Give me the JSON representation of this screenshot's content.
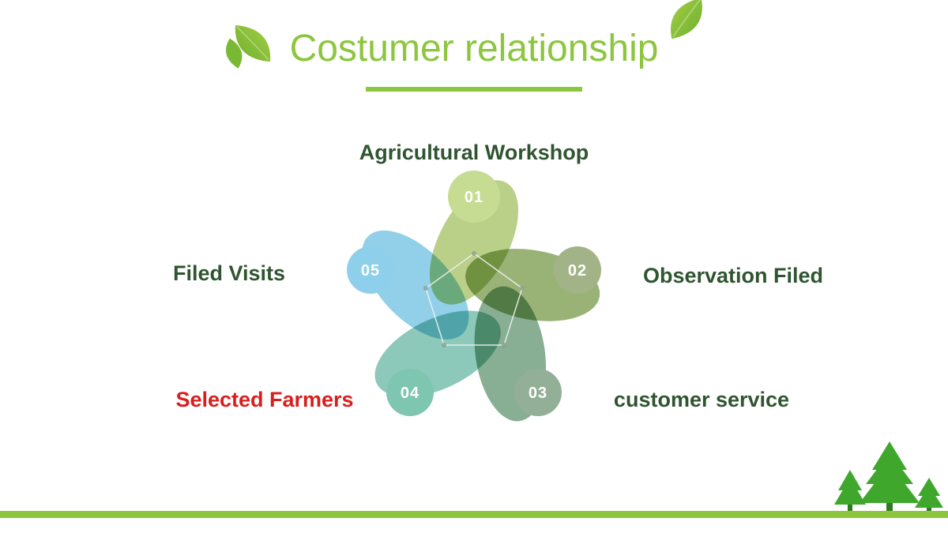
{
  "title": "Costumer relationship",
  "diagram": {
    "type": "cycle",
    "steps": [
      {
        "number": "01",
        "label": "Agricultural Workshop",
        "label_color": "#2f5530",
        "circle_color": "#c6dc93",
        "petal_color": "#a9c36a"
      },
      {
        "number": "02",
        "label": "Observation Filed",
        "label_color": "#2f5530",
        "circle_color": "#a3b388",
        "petal_color": "#7fa055"
      },
      {
        "number": "03",
        "label": "customer service",
        "label_color": "#2f5530",
        "circle_color": "#93af97",
        "petal_color": "#6a9a78"
      },
      {
        "number": "04",
        "label": "Selected Farmers",
        "label_color": "#d91e1e",
        "circle_color": "#7fc6b1",
        "petal_color": "#6fbca9"
      },
      {
        "number": "05",
        "label": "Filed Visits",
        "label_color": "#2f5530",
        "circle_color": "#8ed0ec",
        "petal_color": "#76c4e2"
      }
    ]
  },
  "colors": {
    "accent_green": "#8cc63e",
    "title_green": "#8cc63e",
    "label_green": "#2f5530",
    "label_red": "#d91e1e",
    "tree_green": "#3fa82c",
    "tree_trunk": "#2e7d1e"
  }
}
